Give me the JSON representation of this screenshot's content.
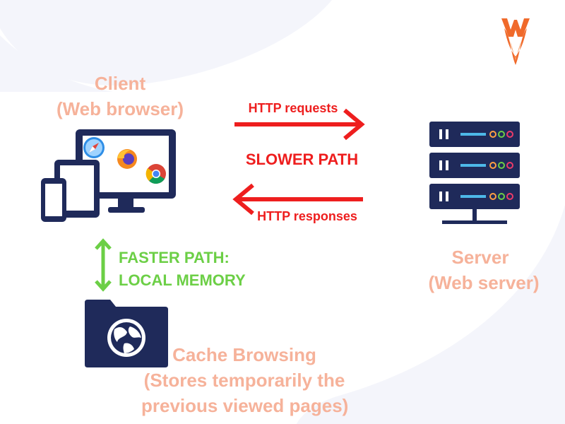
{
  "colors": {
    "peach": "#f6b29a",
    "red": "#ee1e1e",
    "green": "#6ccf46",
    "navy": "#1f2a5a",
    "background_blob": "#f4f5fb"
  },
  "logo": {
    "icon": "w-flame-logo"
  },
  "client": {
    "title": "Client",
    "subtitle": "(Web browser)",
    "icon": "devices-icon",
    "browser_icons": [
      "safari-icon",
      "firefox-icon",
      "chrome-icon"
    ]
  },
  "server": {
    "title": "Server",
    "subtitle": "(Web server)",
    "icon": "server-rack-icon"
  },
  "arrows": {
    "request_label": "HTTP requests",
    "middle_label": "SLOWER PATH",
    "response_label": "HTTP responses"
  },
  "local": {
    "line1": "FASTER PATH:",
    "line2": "LOCAL MEMORY"
  },
  "cache": {
    "title": "Cache Browsing",
    "line2": "(Stores temporarily the",
    "line3": "previous viewed pages)",
    "icon": "globe-folder-icon"
  }
}
